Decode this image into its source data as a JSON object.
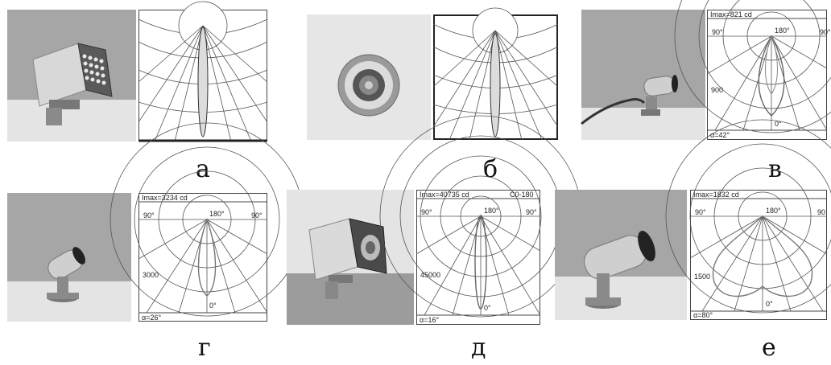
{
  "figures": [
    {
      "id": "a",
      "caption": "а",
      "style": "narrow",
      "imax": "",
      "alpha": "",
      "tl": "",
      "tr": "",
      "ang_l": "",
      "ang_c": "",
      "ang_r": "",
      "scale": "",
      "zero": ""
    },
    {
      "id": "b",
      "caption": "б",
      "style": "narrow",
      "imax": "",
      "alpha": "",
      "tl": "",
      "tr": "",
      "ang_l": "",
      "ang_c": "",
      "ang_r": "",
      "scale": "",
      "zero": ""
    },
    {
      "id": "v",
      "caption": "в",
      "style": "polar",
      "imax": "Imax=821 cd",
      "alpha": "α=42°",
      "ang_l": "90°",
      "ang_c": "180°",
      "ang_r": "90°",
      "scale": "900",
      "zero": "0°",
      "tr": ""
    },
    {
      "id": "g",
      "caption": "г",
      "style": "polar",
      "imax": "Imax=3234 cd",
      "alpha": "α=26°",
      "ang_l": "90°",
      "ang_c": "180°",
      "ang_r": "90°",
      "scale": "3000",
      "zero": "0°",
      "tr": ""
    },
    {
      "id": "d",
      "caption": "д",
      "style": "polar",
      "imax": "Imax=40735 cd",
      "tr": "C0-180",
      "alpha": "α=16°",
      "ang_l": "90°",
      "ang_c": "180°",
      "ang_r": "90°",
      "scale": "45000",
      "zero": "0°"
    },
    {
      "id": "e",
      "caption": "е",
      "style": "polar",
      "imax": "Imax=1832 cd",
      "alpha": "α=80°",
      "ang_l": "90°",
      "ang_c": "180°",
      "ang_r": "90",
      "scale": "1500",
      "zero": "0°",
      "tr": ""
    }
  ],
  "colors": {
    "wall": "#a6a6a6",
    "floor": "#e4e4e4",
    "floor_dark": "#9c9c9c",
    "line": "#333333",
    "curve": "#555555"
  }
}
